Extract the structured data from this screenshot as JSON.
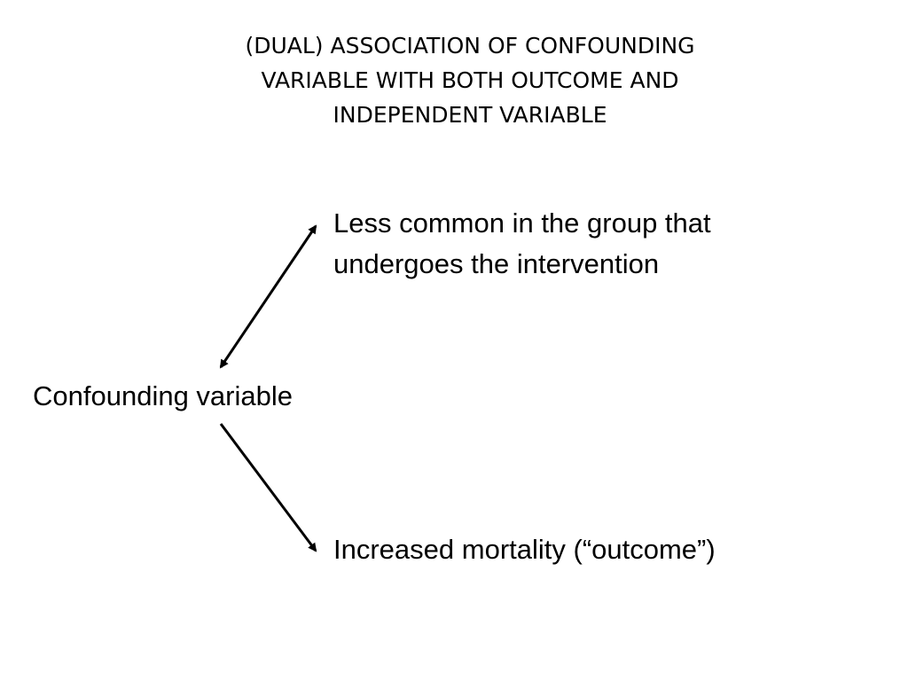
{
  "title": {
    "lines": [
      "(DUAL) ASSOCIATION OF CONFOUNDING",
      "VARIABLE WITH BOTH OUTCOME AND",
      "INDEPENDENT VARIABLE"
    ]
  },
  "nodes": {
    "top": {
      "lines": [
        "Less common in the group that",
        "undergoes the intervention"
      ]
    },
    "center": {
      "label": "Confounding variable"
    },
    "bottom": {
      "label": "Increased mortality (“outcome”)"
    }
  },
  "edges": [
    {
      "from": "center",
      "to": "top",
      "direction": "both"
    },
    {
      "from": "center",
      "to": "bottom",
      "direction": "forward"
    }
  ],
  "colors": {
    "text": "#000000",
    "arrow": "#000000",
    "background": "#ffffff"
  }
}
